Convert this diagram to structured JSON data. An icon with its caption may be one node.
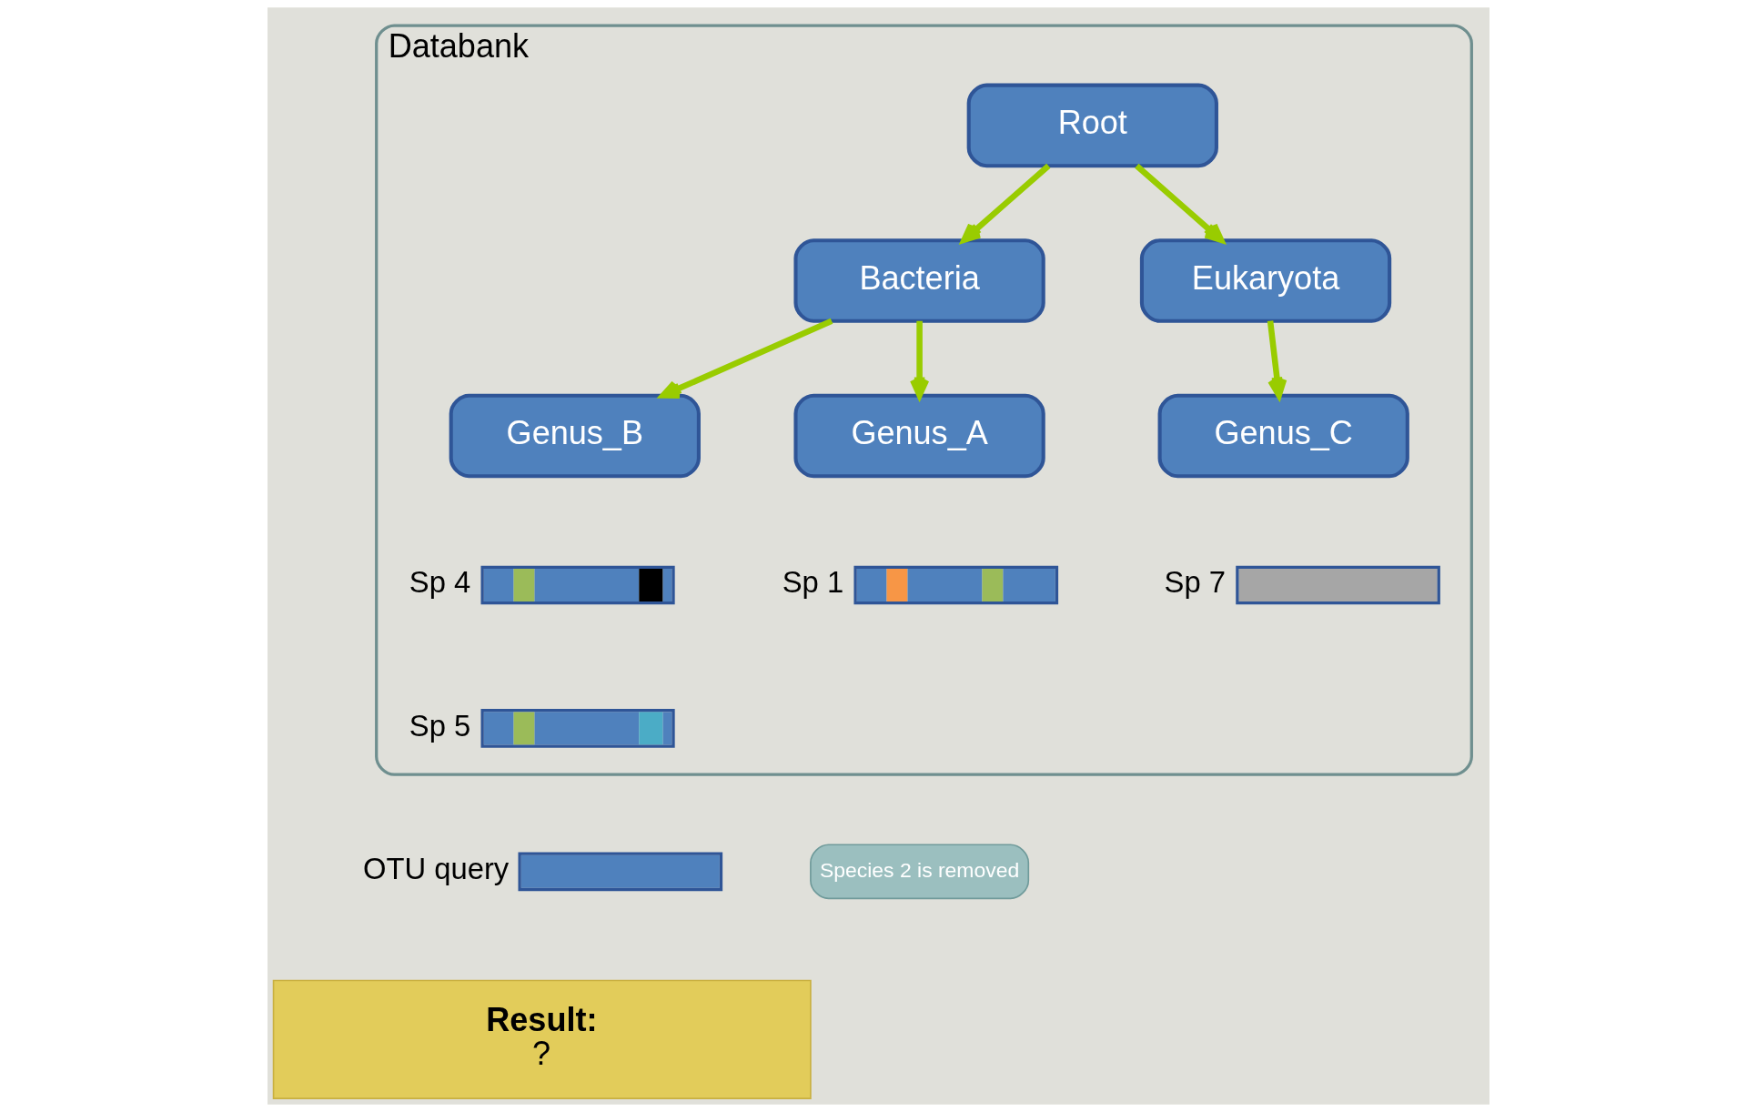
{
  "diagram": {
    "nodes": [
      {
        "text": [
          "Databank"
        ]
      },
      {
        "text": [
          "Root"
        ],
        "in": 0
      },
      {
        "text": [
          "Bacteria"
        ],
        "in": 0
      },
      {
        "text": [
          "Eukaryota"
        ],
        "in": 0
      },
      {
        "text": [
          "Genus_A"
        ],
        "in": 0
      },
      {
        "text": [
          "Genus_B"
        ],
        "in": 0
      },
      {
        "text": [
          "Genus_C"
        ],
        "in": 0
      },
      {
        "text": [],
        "shape": "bar",
        "beside": [
          "Sp 1"
        ],
        "in": 0
      },
      {
        "text": [],
        "shape": "bar",
        "beside": [
          "Sp 4"
        ],
        "in": 0
      },
      {
        "text": [],
        "shape": "bar",
        "beside": [
          "Sp 5"
        ],
        "in": 0
      },
      {
        "text": [],
        "shape": "bar",
        "beside": [
          "Sp 7"
        ],
        "in": 0
      },
      {
        "text": [
          "Species 2 is removed"
        ]
      },
      {
        "text": [],
        "shape": "bar",
        "beside": [
          "OTU query"
        ]
      },
      {
        "text": [
          "Result:",
          "?"
        ]
      }
    ],
    "edges": [
      {
        "from": 1,
        "to": 2,
        "arrow": "to"
      },
      {
        "from": 1,
        "to": 3,
        "arrow": "to"
      },
      {
        "from": 2,
        "to": 4,
        "arrow": "to"
      },
      {
        "from": 2,
        "to": 5,
        "arrow": "to"
      },
      {
        "from": 3,
        "to": 6,
        "arrow": "to"
      }
    ]
  }
}
